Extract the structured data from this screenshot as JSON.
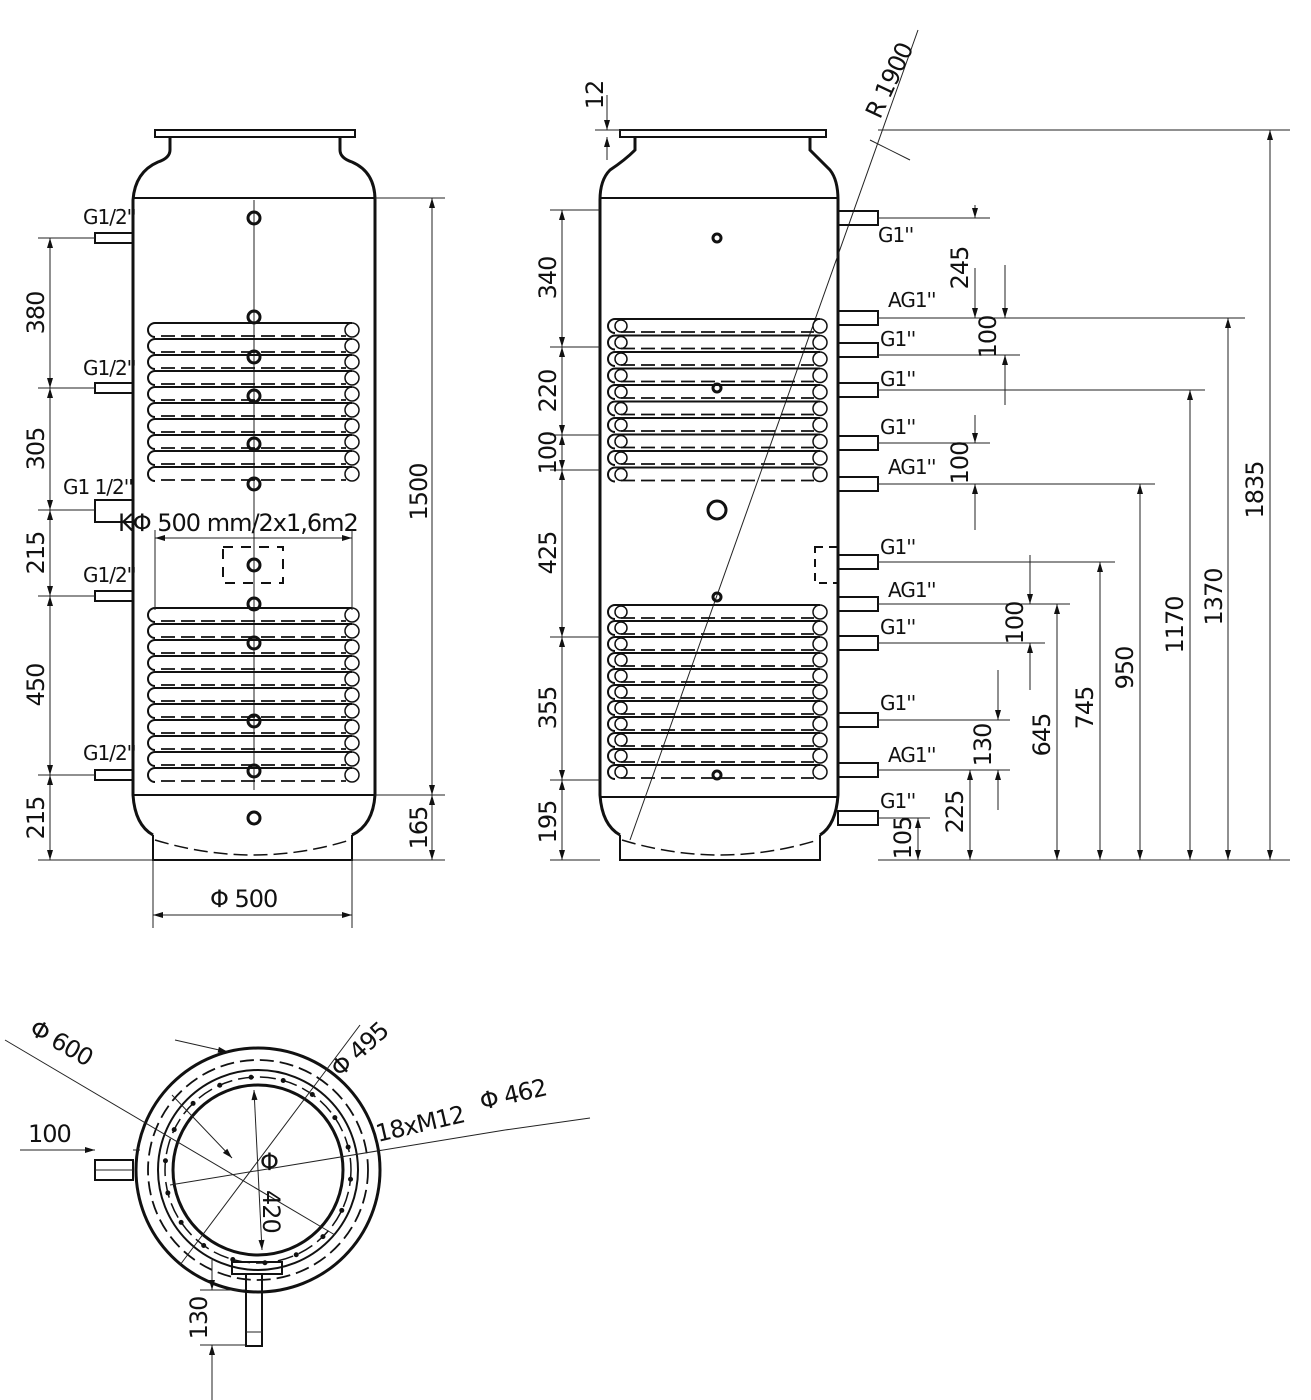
{
  "front_view": {
    "connections": [
      "G1/2''",
      "G1/2''",
      "G1 1/2''",
      "G1/2''",
      "G1/2''"
    ],
    "dims_left": [
      "380",
      "305",
      "215",
      "450",
      "215"
    ],
    "dim_height": "1500",
    "dim_bottom": "165",
    "coil_label": "KΦ 500  mm/2x1,6m2",
    "diameter": "Φ 500"
  },
  "side_view": {
    "radius": "R 1900",
    "flange": "12",
    "connections": [
      "G1''",
      "AG1''",
      "G1''",
      "G1''",
      "G1''",
      "AG1''",
      "G1''",
      "AG1''",
      "G1''",
      "G1''",
      "AG1''",
      "G1''"
    ],
    "dims_left": [
      "340",
      "220",
      "100",
      "425",
      "355",
      "195"
    ],
    "dims_right": [
      "245",
      "100",
      "100",
      "100",
      "130",
      "225",
      "105",
      "645",
      "745",
      "950",
      "1170",
      "1370",
      "1835"
    ]
  },
  "top_view": {
    "outer_diameter": "Φ 600",
    "flange_diameter": "Φ 495",
    "bolts": "18xM12",
    "bolt_circle": "Φ 462",
    "inner_symbol": "Φ",
    "inner_diameter": "420",
    "pipe_length": "100",
    "bottom_pipe": "130"
  }
}
